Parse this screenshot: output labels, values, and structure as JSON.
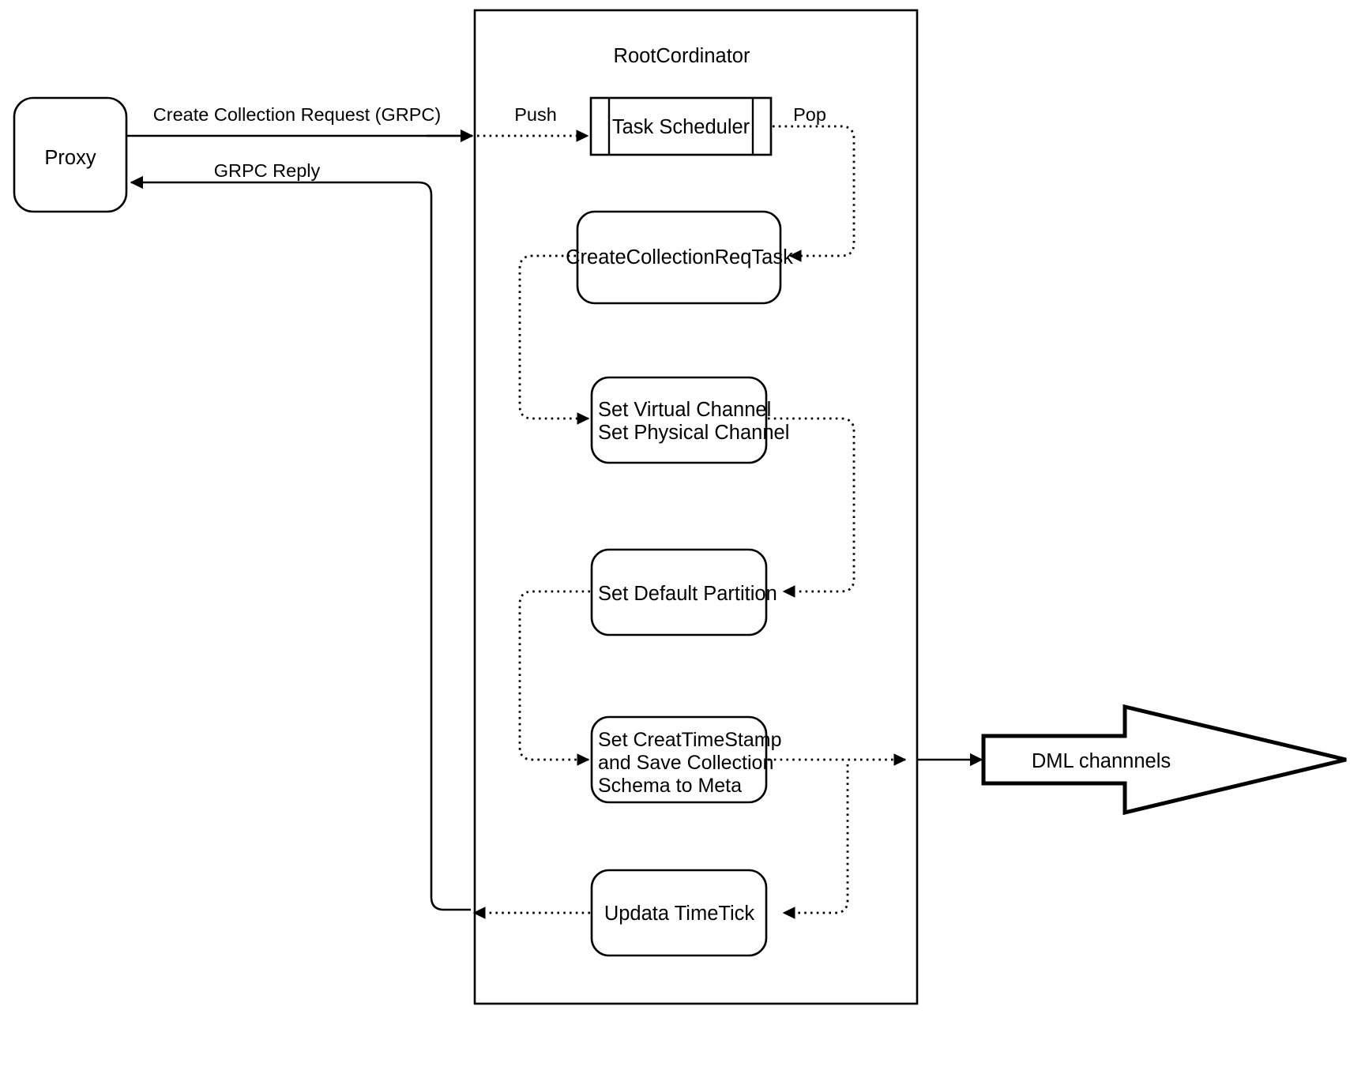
{
  "diagram": {
    "title": "RootCordinator",
    "nodes": {
      "proxy": {
        "label": "Proxy"
      },
      "task_scheduler": {
        "label": "Task Scheduler"
      },
      "create_collection_req_task": {
        "label": "CreateCollectionReqTask"
      },
      "set_channels": {
        "line1": "Set Virtual Channel",
        "line2": "Set Physical Channel"
      },
      "set_default_partition": {
        "label": "Set Default Partition"
      },
      "set_creat_timestamp": {
        "line1": "Set CreatTimeStamp",
        "line2": "and Save Collection",
        "line3": "Schema to Meta"
      },
      "update_timetick": {
        "label": "Updata TimeTick"
      },
      "dml_channels": {
        "label": "DML channnels"
      }
    },
    "edge_labels": {
      "create_collection_request": "Create Collection Request (GRPC)",
      "grpc_reply": "GRPC Reply",
      "push": "Push",
      "pop": "Pop"
    },
    "colors": {
      "stroke": "#000000",
      "fill": "#ffffff",
      "background": "#ffffff"
    }
  }
}
